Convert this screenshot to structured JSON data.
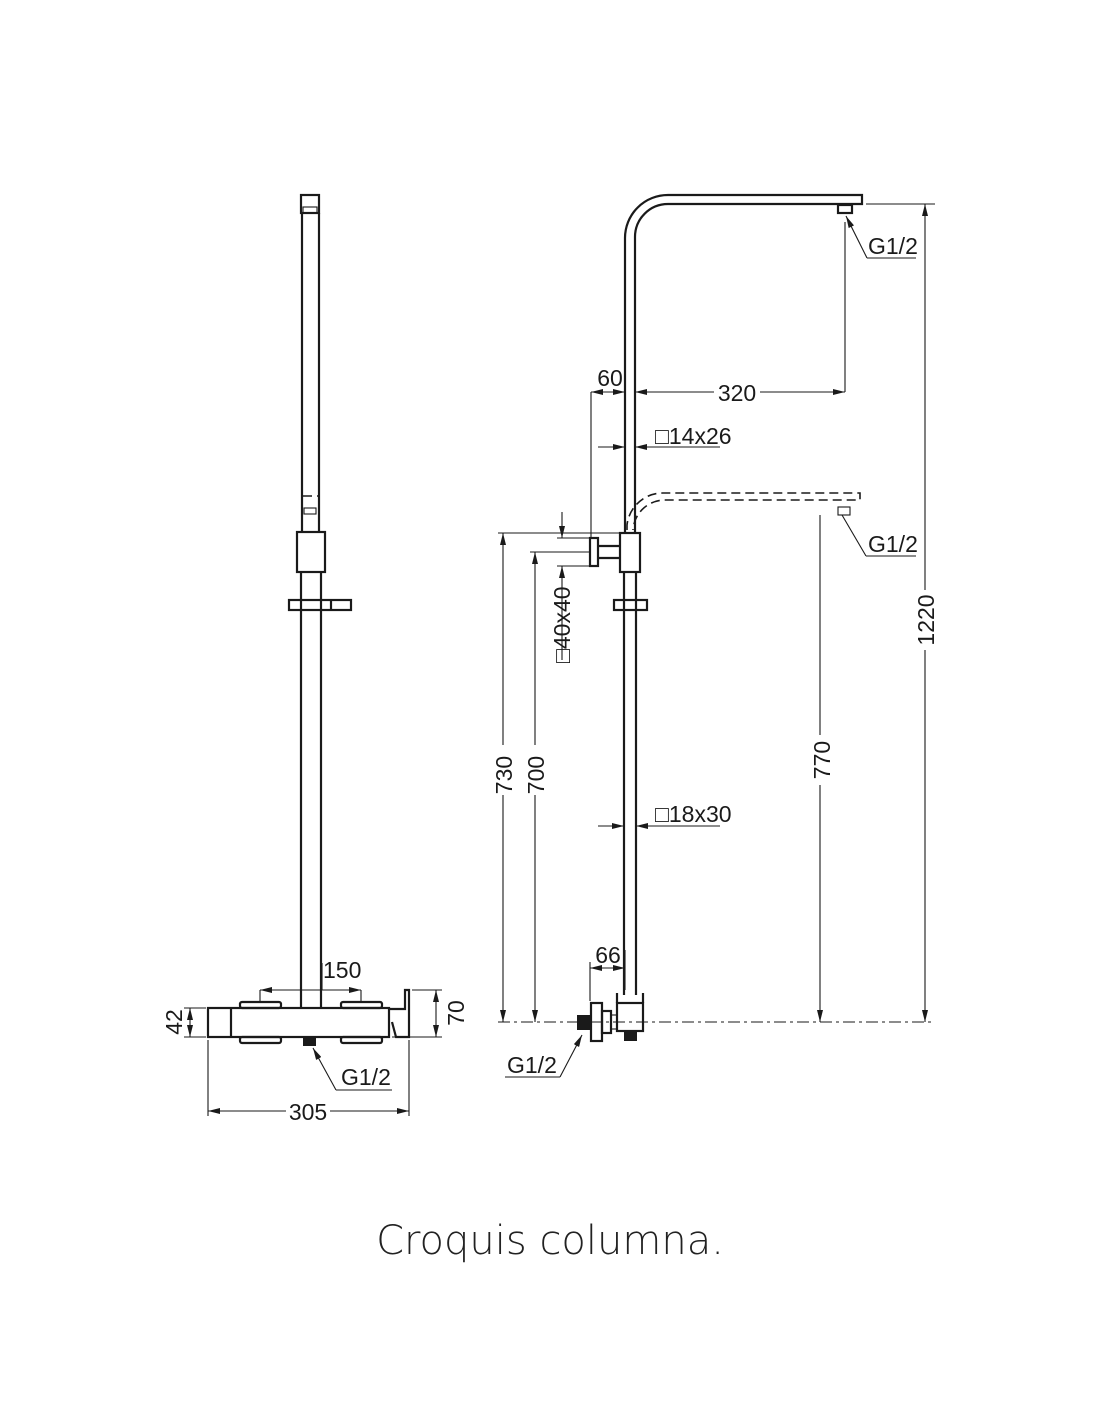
{
  "caption": "Croquis columna.",
  "front_view": {
    "dim_width": "305",
    "dim_handle_spacing": "150",
    "dim_body_height": "42",
    "dim_total_height": "70",
    "connection": "G1/2"
  },
  "side_view": {
    "dim_arm_length": "320",
    "dim_wall_offset": "60",
    "dim_upper_tube": "□14x26",
    "dim_lower_tube": "□18x30",
    "dim_holder": "□40x40",
    "dim_outlet_offset": "66",
    "dim_730": "730",
    "dim_700": "700",
    "dim_770": "770",
    "dim_1220": "1220",
    "head_connection": "G1/2",
    "head_connection_low": "G1/2",
    "inlet_connection": "G1/2"
  }
}
